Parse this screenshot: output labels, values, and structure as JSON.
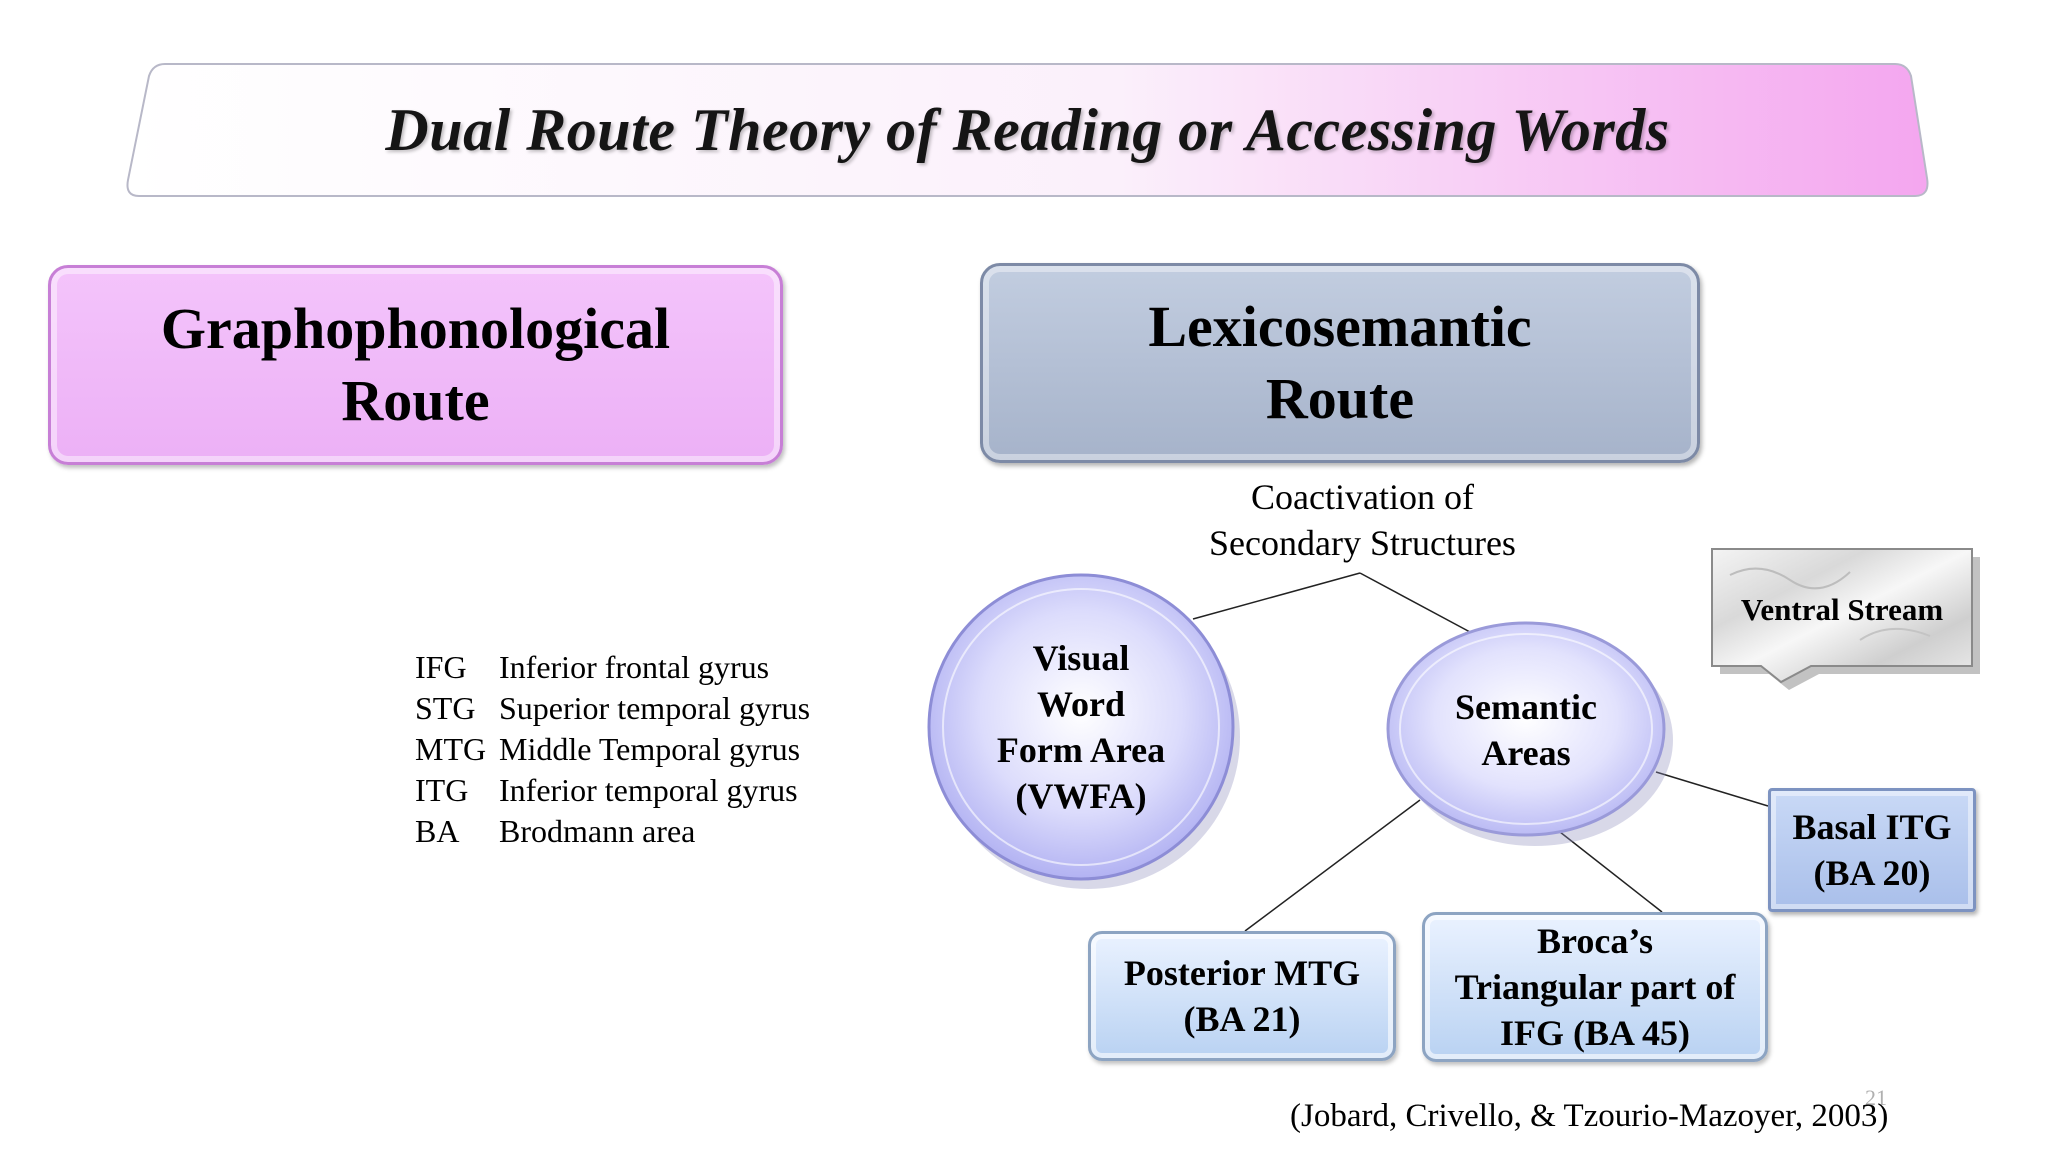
{
  "title": "Dual Route Theory of Reading or Accessing Words",
  "routes": {
    "graphophonological": "Graphophonological\nRoute",
    "lexicosemantic": "Lexicosemantic\nRoute"
  },
  "coactivation": "Coactivation of\nSecondary Structures",
  "abbreviations": [
    {
      "code": "IFG",
      "meaning": "Inferior frontal gyrus"
    },
    {
      "code": "STG",
      "meaning": "Superior temporal gyrus"
    },
    {
      "code": "MTG",
      "meaning": "Middle Temporal gyrus"
    },
    {
      "code": "ITG",
      "meaning": "Inferior temporal gyrus"
    },
    {
      "code": "BA",
      "meaning": "Brodmann area"
    }
  ],
  "nodes": {
    "vwfa": "Visual\nWord\nForm Area\n(VWFA)",
    "semantic": "Semantic\nAreas",
    "posterior_mtg": "Posterior MTG\n(BA 21)",
    "broca": "Broca’s\nTriangular part of\nIFG (BA 45)",
    "basal_itg": "Basal ITG\n(BA 20)",
    "ventral_stream": "Ventral Stream"
  },
  "citation": "(Jobard, Crivello, & Tzourio-Mazoyer, 2003)",
  "page_number": "21",
  "colors": {
    "grapho_fill": "#f0b9f8",
    "lexico_fill": "#b3bfd4",
    "node_fill": "#c8c8fa",
    "box_fill": "#c9dcf5"
  }
}
